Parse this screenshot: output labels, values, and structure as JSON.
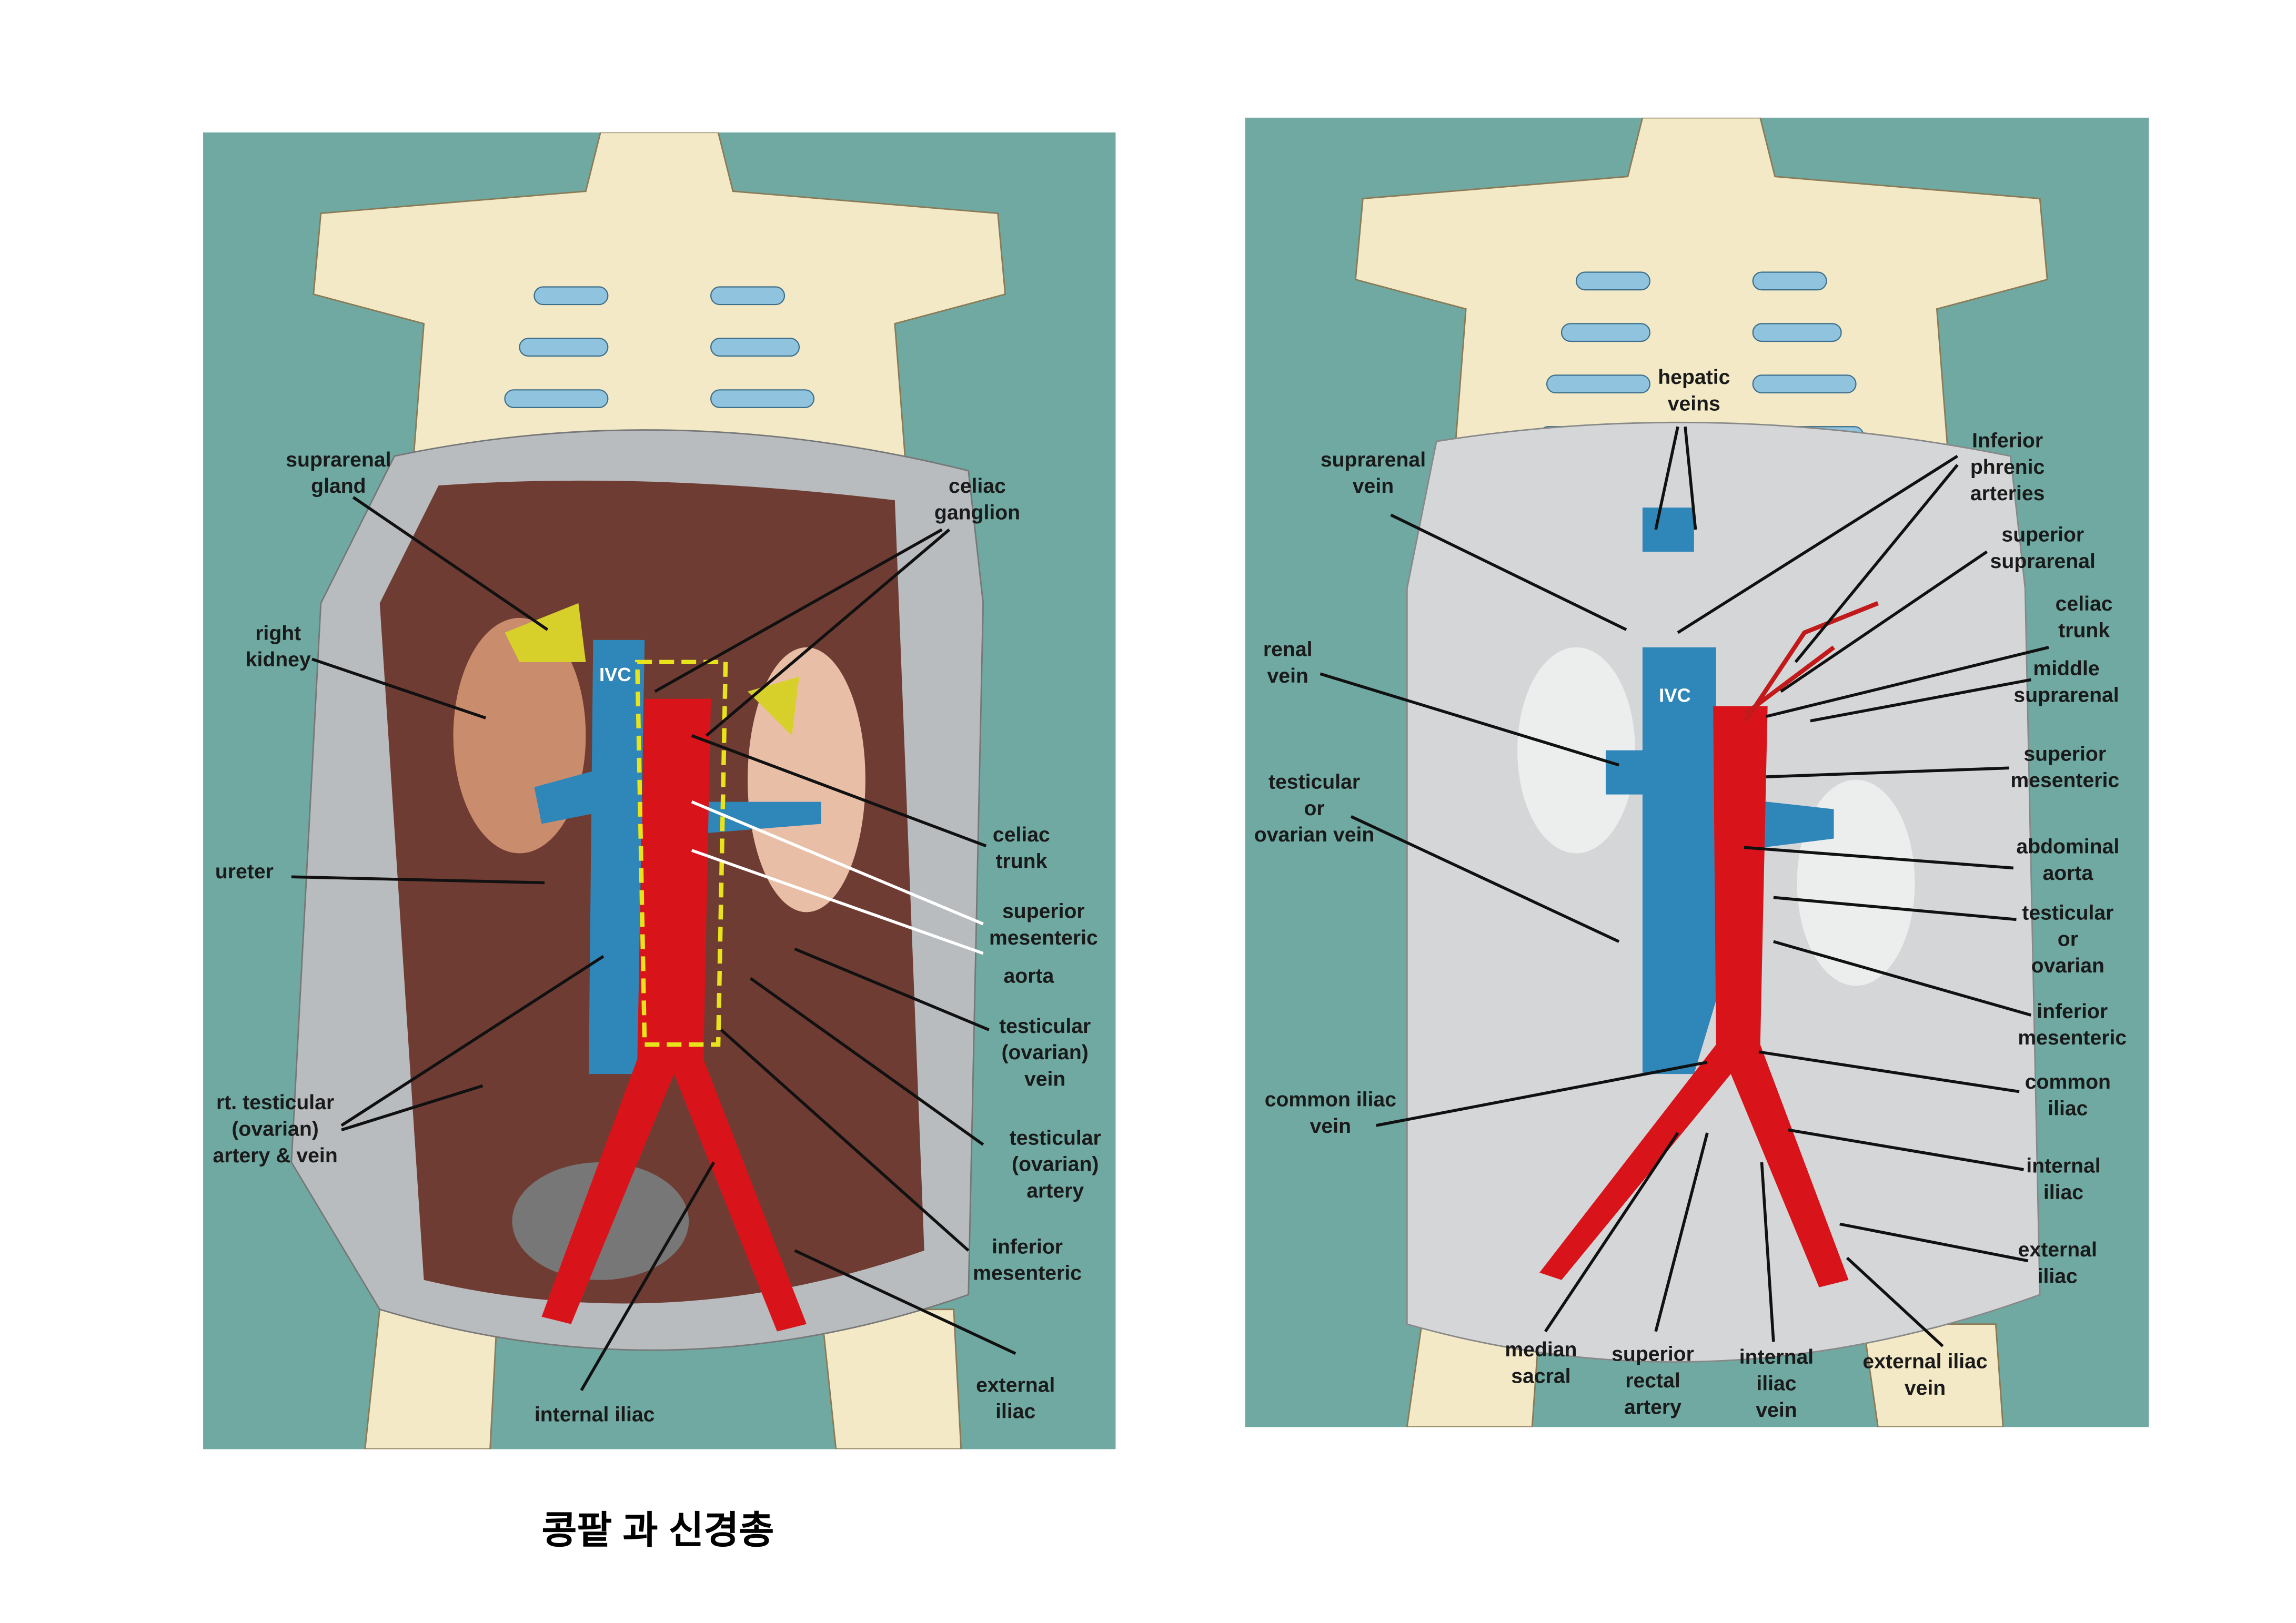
{
  "left_figure": {
    "labels": {
      "suprarenal_gland": [
        "suprarenal",
        "gland"
      ],
      "celiac_ganglion": [
        "celiac",
        "ganglion"
      ],
      "right_kidney": [
        "right",
        "kidney"
      ],
      "ivc": "IVC",
      "ureter": "ureter",
      "celiac_trunk": [
        "celiac",
        "trunk"
      ],
      "superior_mesenteric": [
        "superior",
        "mesenteric"
      ],
      "aorta": "aorta",
      "testicular_vein": [
        "testicular",
        "(ovarian)",
        "vein"
      ],
      "rt_testicular": [
        "rt. testicular",
        "(ovarian)",
        "artery & vein"
      ],
      "testicular_artery": [
        "testicular",
        "(ovarian)",
        "artery"
      ],
      "inferior_mesenteric": [
        "inferior",
        "mesenteric"
      ],
      "internal_iliac": "internal iliac",
      "external_iliac": [
        "external",
        "iliac"
      ]
    }
  },
  "right_figure": {
    "labels": {
      "hepatic_veins": [
        "hepatic",
        "veins"
      ],
      "suprarenal_vein": [
        "suprarenal",
        "vein"
      ],
      "inferior_phrenic": [
        "Inferior",
        "phrenic",
        "arteries"
      ],
      "superior_suprarenal": [
        "superior",
        "suprarenal"
      ],
      "celiac_trunk": [
        "celiac",
        "trunk"
      ],
      "renal_vein": [
        "renal",
        "vein"
      ],
      "ivc": "IVC",
      "middle_suprarenal": [
        "middle",
        "suprarenal"
      ],
      "superior_mesenteric": [
        "superior",
        "mesenteric"
      ],
      "testicular_vein": [
        "testicular",
        "or",
        "ovarian vein"
      ],
      "abdominal_aorta": [
        "abdominal",
        "aorta"
      ],
      "testicular_or_ovarian": [
        "testicular",
        "or",
        "ovarian"
      ],
      "inferior_mesenteric": [
        "inferior",
        "mesenteric"
      ],
      "common_iliac": [
        "common",
        "iliac"
      ],
      "common_iliac_vein": [
        "common iliac",
        "vein"
      ],
      "internal_iliac": [
        "internal",
        "iliac"
      ],
      "external_iliac": [
        "external",
        "iliac"
      ],
      "median_sacral": [
        "median",
        "sacral"
      ],
      "superior_rectal_artery": [
        "superior",
        "rectal",
        "artery"
      ],
      "internal_iliac_vein": [
        "internal",
        "iliac",
        "vein"
      ],
      "external_iliac_vein": [
        "external iliac",
        "vein"
      ]
    }
  },
  "caption": "콩팥 과 신경총",
  "colors": {
    "background": "#6fa9a2",
    "artery": "#d8141a",
    "vein": "#2f86b8",
    "nerve": "#e8e41c",
    "bone": "#f3e9c6",
    "cartilage": "#8fc3de"
  }
}
